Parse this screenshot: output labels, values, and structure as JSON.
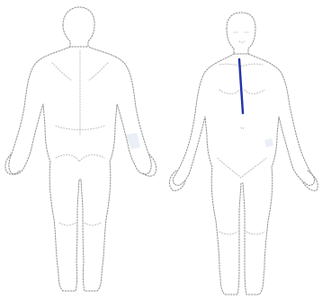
{
  "figure": {
    "views": [
      {
        "name": "back-view"
      },
      {
        "name": "front-view"
      }
    ],
    "marking": {
      "color": "#1f2ea8",
      "region": "front-torso-midline"
    },
    "outline_color": "#8a8a8a",
    "shading_color": "#d8e2ee"
  }
}
